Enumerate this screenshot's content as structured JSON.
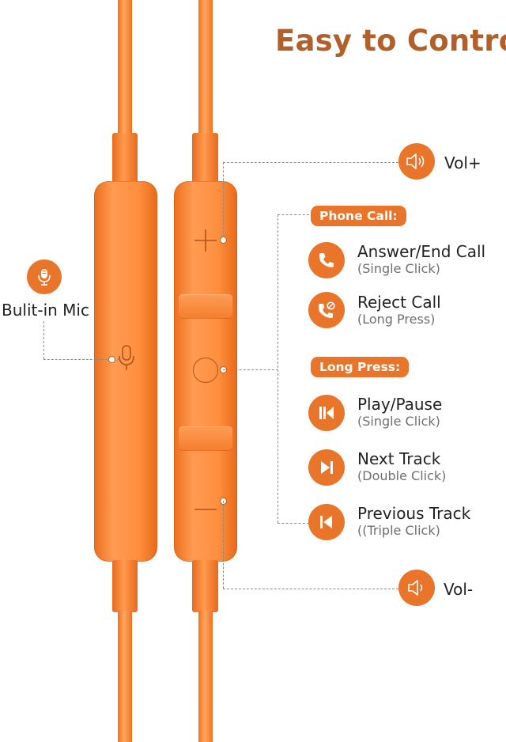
{
  "title": "Easy to Control",
  "vol_up": {
    "label": "Vol+",
    "icon": "speaker-icon"
  },
  "vol_down": {
    "label": "Vol-",
    "icon": "speaker-icon"
  },
  "mic": {
    "label": "Bulit-in Mic",
    "icon": "microphone-icon"
  },
  "phone_call": {
    "header": "Phone Call:",
    "items": [
      {
        "label": "Answer/End Call",
        "sub": "(Single Click)",
        "icon": "phone-icon"
      },
      {
        "label": "Reject Call",
        "sub": "(Long Press)",
        "icon": "phone-reject-icon"
      }
    ]
  },
  "long_press": {
    "header": "Long Press:",
    "items": [
      {
        "label": "Play/Pause",
        "sub": "(Single Click)",
        "icon": "play-pause-icon"
      },
      {
        "label": "Next Track",
        "sub": "(Double Click)",
        "icon": "next-track-icon"
      },
      {
        "label": "Previous Track",
        "sub": "((Triple Click)",
        "icon": "previous-track-icon"
      }
    ]
  },
  "colors": {
    "accent": "#e8752a",
    "title": "#b35f2a",
    "cable": "#f7873a"
  }
}
